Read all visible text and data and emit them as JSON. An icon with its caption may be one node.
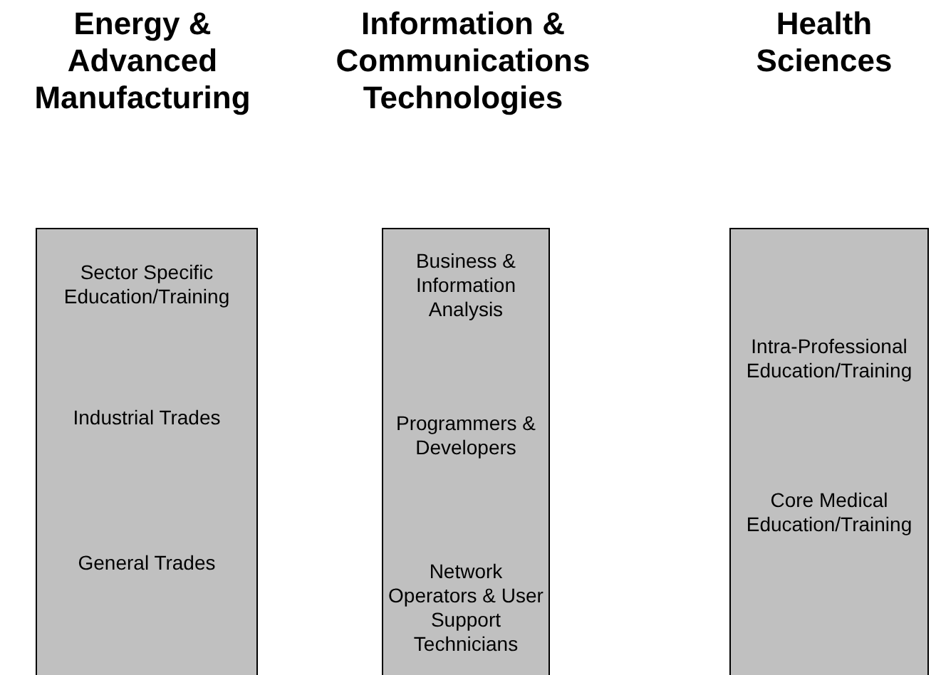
{
  "diagram": {
    "nodes": [
      {
        "text": [
          "Energy & Advanced Manufacturing"
        ]
      },
      {
        "text": [
          "Sector Specific Education/Training"
        ],
        "in": 0
      },
      {
        "text": [
          "Industrial Trades"
        ],
        "in": 0
      },
      {
        "text": [
          "General Trades"
        ],
        "in": 0
      },
      {
        "text": [
          "Information & Communications Technologies"
        ]
      },
      {
        "text": [
          "Business & Information Analysis"
        ],
        "in": 4
      },
      {
        "text": [
          "Programmers & Developers"
        ],
        "in": 4
      },
      {
        "text": [
          "Network Operators & User Support Technicians"
        ],
        "in": 4
      },
      {
        "text": [
          "Health Sciences"
        ]
      },
      {
        "text": [
          "Intra-Professional Education/Training"
        ],
        "in": 8
      },
      {
        "text": [
          "Core Medical Education/Training"
        ],
        "in": 8
      }
    ]
  }
}
